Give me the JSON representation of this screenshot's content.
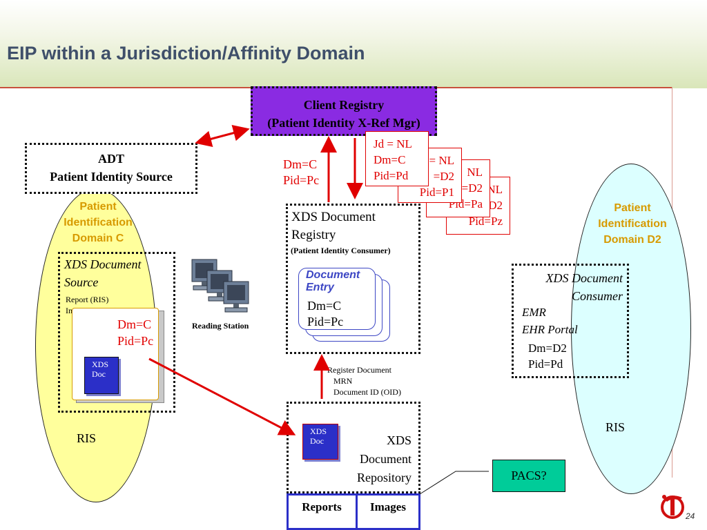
{
  "slide": {
    "title": "EIP within a Jurisdiction/Affinity Domain",
    "page_number": "24"
  },
  "client_registry": {
    "line1": "Client Registry",
    "line2": "(Patient Identity X-Ref Mgr)"
  },
  "adt": {
    "line1": "ADT",
    "line2": "Patient Identity Source"
  },
  "domain_c": {
    "label_lines": [
      "Patient",
      "Identification",
      "Domain C"
    ],
    "ris": "RIS"
  },
  "domain_d2": {
    "label_lines": [
      "Patient",
      "Identification",
      "Domain D2"
    ],
    "ris": "RIS"
  },
  "source": {
    "title_lines": [
      "XDS Document",
      "Source"
    ],
    "report": "Report (RIS)",
    "images": "Images (PACS)",
    "dm": "Dm=C",
    "pid": "Pid=Pc",
    "doc_lines": [
      "XDS",
      "Doc"
    ]
  },
  "reading_station": {
    "label": "Reading Station"
  },
  "query": {
    "dm": "Dm=C",
    "pid": "Pid=Pc"
  },
  "xref_cards": [
    {
      "lines": [
        "Jd = NL",
        "Dm=C",
        "Pid=Pd"
      ]
    },
    {
      "lines": [
        "= NL",
        "=D2",
        "Pid=P1"
      ]
    },
    {
      "lines": [
        "NL",
        "=D2",
        "Pid=Pa"
      ]
    },
    {
      "lines": [
        "NL",
        "D2",
        "Pid=Pz"
      ]
    }
  ],
  "registry": {
    "title_lines": [
      "XDS Document",
      "Registry"
    ],
    "subtitle": "(Patient Identity Consumer)",
    "entry_lines": [
      "Document",
      "Entry"
    ],
    "dm": "Dm=C",
    "pid": "Pid=Pc"
  },
  "register": {
    "lines": [
      "Register Document",
      "MRN",
      "Document ID (OID)"
    ]
  },
  "repository": {
    "doc_lines": [
      "XDS",
      "Doc"
    ],
    "title_lines": [
      "XDS",
      "Document",
      "Repository"
    ],
    "reports": "Reports",
    "images": "Images"
  },
  "pacs": {
    "label": "PACS?"
  },
  "consumer": {
    "title_lines": [
      "XDS Document",
      "Consumer"
    ],
    "systems": [
      "EMR",
      "EHR Portal"
    ],
    "dm": "Dm=D2",
    "pid": "Pid=Pd"
  },
  "colors": {
    "client_registry_bg": "#8a2be2",
    "domain_c_bg": "#ffff9c",
    "domain_d2_bg": "#dcffff",
    "pacs_bg": "#00cc99",
    "arrow": "#e00000",
    "title": "#3f4f6a",
    "domain_label": "#d79a00"
  }
}
